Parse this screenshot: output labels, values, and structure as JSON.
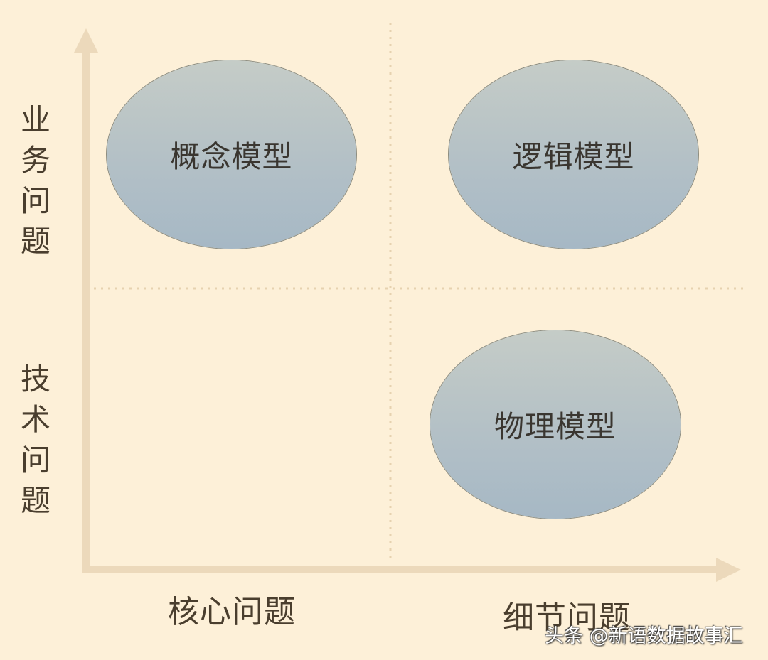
{
  "diagram": {
    "type": "quadrant",
    "colors": {
      "background": "#fdf0d8",
      "axis": "#ecd9bb",
      "divider": "#e8d5b4",
      "ellipse_top": "#c5ccc7",
      "ellipse_bottom": "#a6b8c5",
      "text": "#4a3e2e"
    },
    "y_axis": {
      "labels": [
        {
          "text": "业务问题",
          "position": "top"
        },
        {
          "text": "技术问题",
          "position": "bottom"
        }
      ]
    },
    "x_axis": {
      "labels": [
        {
          "text": "核心问题",
          "position": "left"
        },
        {
          "text": "细节问题",
          "position": "right"
        }
      ]
    },
    "quadrants": [
      {
        "id": "top-left",
        "x_category": "核心问题",
        "y_category": "业务问题",
        "label": "概念模型"
      },
      {
        "id": "top-right",
        "x_category": "细节问题",
        "y_category": "业务问题",
        "label": "逻辑模型"
      },
      {
        "id": "bottom-left",
        "x_category": "核心问题",
        "y_category": "技术问题",
        "label": ""
      },
      {
        "id": "bottom-right",
        "x_category": "细节问题",
        "y_category": "技术问题",
        "label": "物理模型"
      }
    ],
    "nodes": {
      "conceptual": "概念模型",
      "logical": "逻辑模型",
      "physical": "物理模型"
    }
  },
  "watermark": "头条 @新语数据故事汇"
}
